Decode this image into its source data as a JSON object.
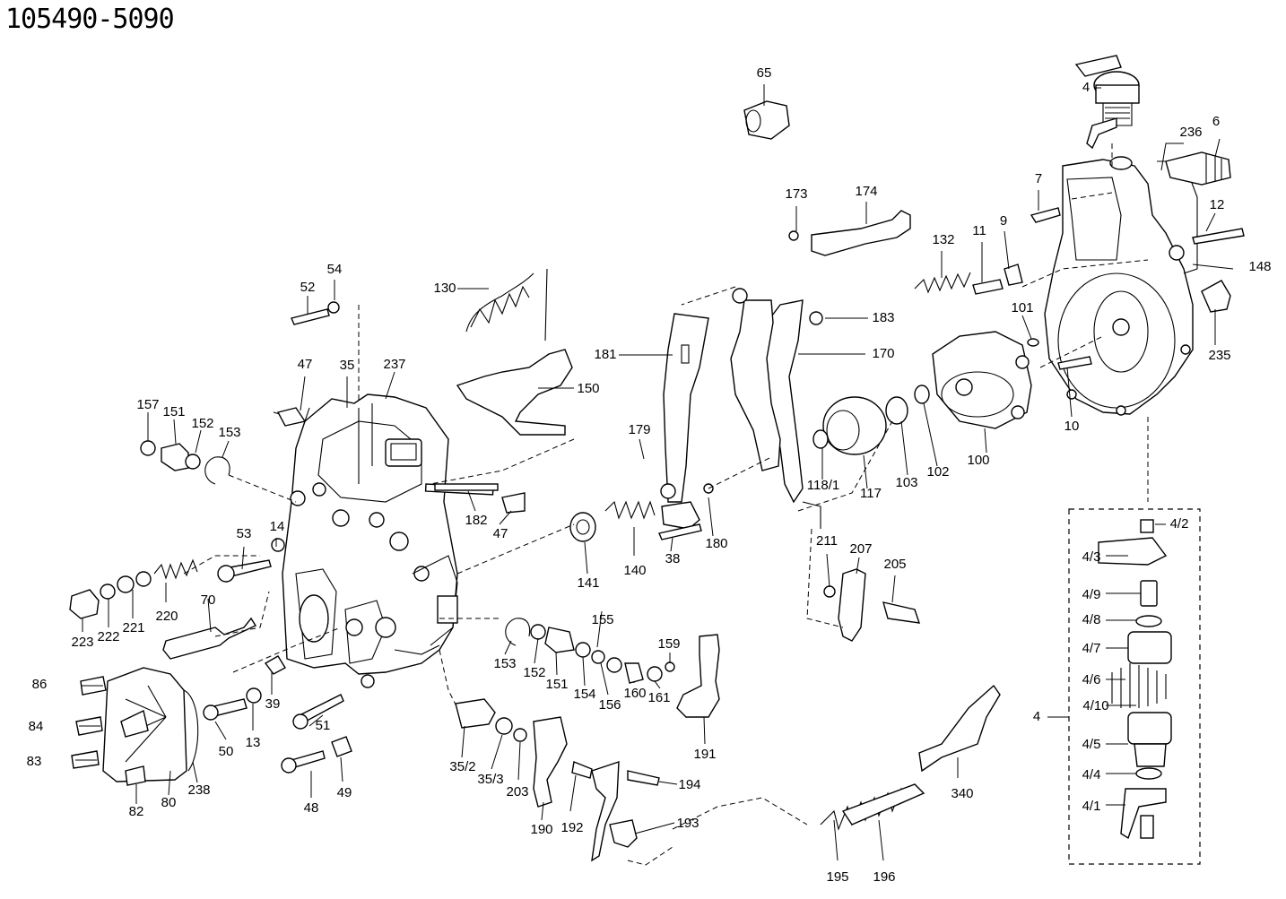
{
  "title": "105490-5090",
  "labels": {
    "p4": "4",
    "p65": "65",
    "p6": "6",
    "p236": "236",
    "p7": "7",
    "p173": "173",
    "p174": "174",
    "p12": "12",
    "p9": "9",
    "p11": "11",
    "p132": "132",
    "p148": "148",
    "p235": "235",
    "p101": "101",
    "p10": "10",
    "p183": "183",
    "p170": "170",
    "p181": "181",
    "p150": "150",
    "p130": "130",
    "p52": "52",
    "p54": "54",
    "p47a": "47",
    "p35": "35",
    "p237": "237",
    "p157": "157",
    "p151a": "151",
    "p152a": "152",
    "p153a": "153",
    "p182": "182",
    "p47b": "47",
    "p179": "179",
    "p100": "100",
    "p102": "102",
    "p103": "103",
    "p117": "117",
    "p118_1": "118/1",
    "p141": "141",
    "p140": "140",
    "p38": "38",
    "p180": "180",
    "p211": "211",
    "p207": "207",
    "p205": "205",
    "p53": "53",
    "p14": "14",
    "p220": "220",
    "p221": "221",
    "p222": "222",
    "p223": "223",
    "p70": "70",
    "p155": "155",
    "p159": "159",
    "p153b": "153",
    "p152b": "152",
    "p151b": "151",
    "p154": "154",
    "p156": "156",
    "p160": "160",
    "p161": "161",
    "p191": "191",
    "p86": "86",
    "p84": "84",
    "p83": "83",
    "p82": "82",
    "p80": "80",
    "p238": "238",
    "p50": "50",
    "p13": "13",
    "p39": "39",
    "p51": "51",
    "p48": "48",
    "p49": "49",
    "p35_2": "35/2",
    "p35_3": "35/3",
    "p203": "203",
    "p190": "190",
    "p192": "192",
    "p194": "194",
    "p193": "193",
    "p195": "195",
    "p196": "196",
    "p340": "340",
    "p4_2": "4/2",
    "p4_3": "4/3",
    "p4_9": "4/9",
    "p4_8": "4/8",
    "p4_7": "4/7",
    "p4_6": "4/6",
    "p4_10": "4/10",
    "p4box": "4",
    "p4_5": "4/5",
    "p4_4": "4/4",
    "p4_1": "4/1"
  }
}
